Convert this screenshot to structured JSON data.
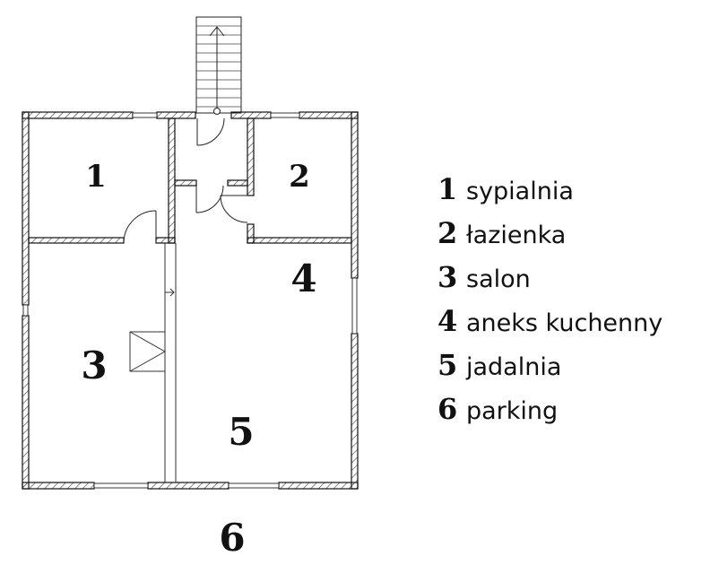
{
  "rooms": [
    {
      "number": "1",
      "label": "sypialnia"
    },
    {
      "number": "2",
      "label": "łazienka"
    },
    {
      "number": "3",
      "label": "salon"
    },
    {
      "number": "4",
      "label": "aneks kuchenny"
    },
    {
      "number": "5",
      "label": "jadalnia"
    },
    {
      "number": "6",
      "label": "parking"
    }
  ],
  "colors": {
    "wall": "#111111",
    "hatch": "#555555",
    "background": "#ffffff"
  }
}
